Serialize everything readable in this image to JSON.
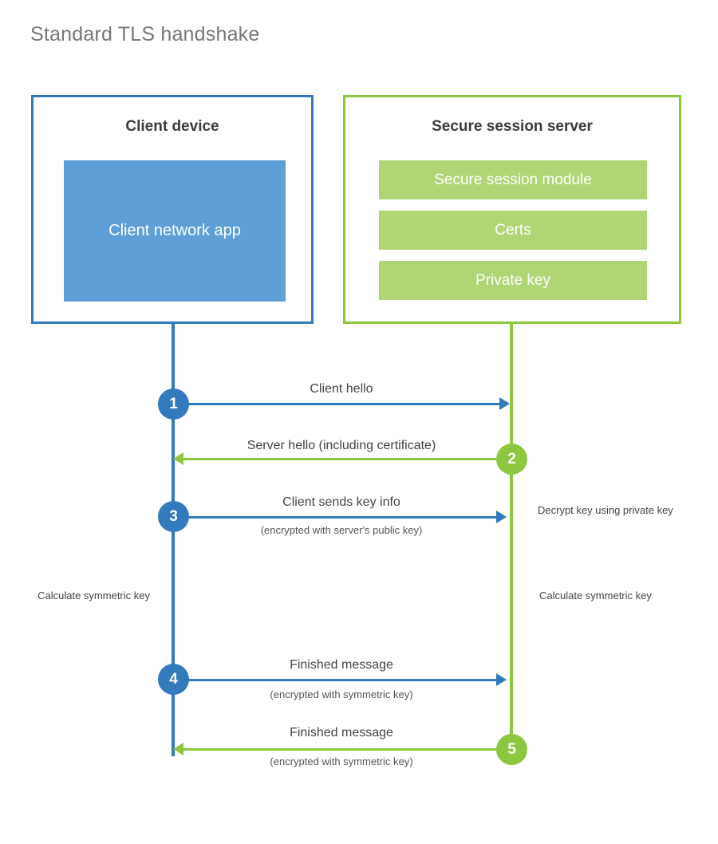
{
  "page": {
    "title": "Standard TLS handshake"
  },
  "colors": {
    "client_blue": "#3279bd",
    "client_app_fill": "#5f9fd8",
    "server_green": "#8dc63f",
    "server_bar_fill": "#b0d575",
    "title_gray": "#777777",
    "text_dark": "#3b3b3b",
    "label_gray": "#444444",
    "background": "#ffffff"
  },
  "entities": {
    "client": {
      "title": "Client device",
      "app_label": "Client network app"
    },
    "server": {
      "title": "Secure session server",
      "components": [
        "Secure session module",
        "Certs",
        "Private key"
      ]
    }
  },
  "steps": [
    {
      "number": "1",
      "label": "Client hello",
      "sublabel": "",
      "direction": "client-to-server",
      "color": "#3279bd"
    },
    {
      "number": "2",
      "label": "Server hello (including certificate)",
      "sublabel": "",
      "direction": "server-to-client",
      "color": "#8dc63f"
    },
    {
      "number": "3",
      "label": "Client sends key info",
      "sublabel": "(encrypted with server's public key)",
      "direction": "client-to-server",
      "color": "#3279bd"
    },
    {
      "number": "4",
      "label": "Finished message",
      "sublabel": "(encrypted with symmetric key)",
      "direction": "client-to-server",
      "color": "#3279bd"
    },
    {
      "number": "5",
      "label": "Finished message",
      "sublabel": "(encrypted with symmetric key)",
      "direction": "server-to-client",
      "color": "#8dc63f"
    }
  ],
  "annotations": {
    "server_decrypt": "Decrypt key using private key",
    "client_calculate": "Calculate symmetric key",
    "server_calculate": "Calculate symmetric key"
  }
}
